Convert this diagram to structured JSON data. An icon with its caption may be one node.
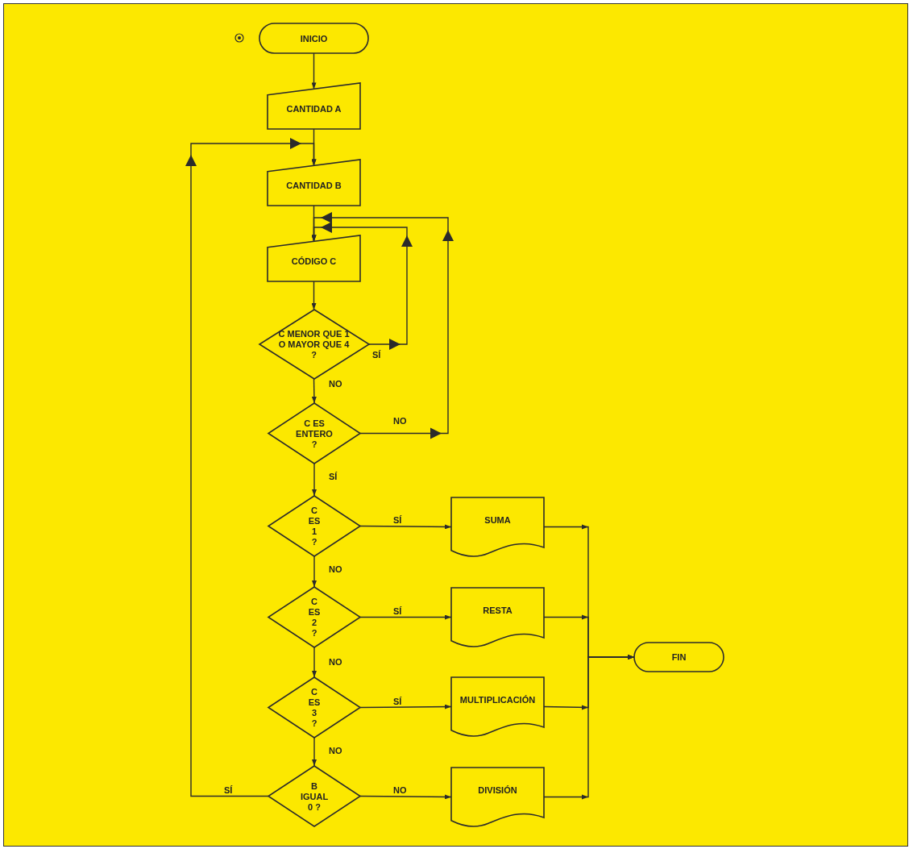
{
  "diagram": {
    "nodes": [
      {
        "text": [
          "INICIO"
        ]
      },
      {
        "text": [
          "CANTIDAD A"
        ]
      },
      {
        "text": [
          "CANTIDAD B"
        ]
      },
      {
        "text": [
          "CÓDIGO C"
        ]
      },
      {
        "text": [
          "C MENOR QUE 1 O MAYOR QUE 4 ?"
        ]
      },
      {
        "text": [
          "C ES ENTERO ?"
        ]
      },
      {
        "text": [
          "C ES 1 ?"
        ]
      },
      {
        "text": [
          "C ES 2 ?"
        ]
      },
      {
        "text": [
          "C ES 3 ?"
        ]
      },
      {
        "text": [
          "B IGUAL 0 ?"
        ]
      },
      {
        "text": [
          "SUMA"
        ]
      },
      {
        "text": [
          "RESTA"
        ]
      },
      {
        "text": [
          "MULTIPLICACIÓN"
        ]
      },
      {
        "text": [
          "DIVISIÓN"
        ]
      },
      {
        "text": [
          "FIN"
        ]
      }
    ],
    "edges": [
      {
        "from": 0,
        "to": 1,
        "arrow": "to"
      },
      {
        "from": 1,
        "to": 2,
        "arrow": "to"
      },
      {
        "from": 2,
        "to": 3,
        "arrow": "to"
      },
      {
        "from": 3,
        "to": 4,
        "arrow": "to"
      },
      {
        "from": 4,
        "to": 3,
        "arrow": "to",
        "label": "SÍ"
      },
      {
        "from": 4,
        "to": 5,
        "arrow": "to",
        "label": "NO"
      },
      {
        "from": 5,
        "to": 3,
        "arrow": "to",
        "label": "NO"
      },
      {
        "from": 5,
        "to": 6,
        "arrow": "to",
        "label": "SÍ"
      },
      {
        "from": 6,
        "to": 10,
        "arrow": "to",
        "label": "SÍ"
      },
      {
        "from": 6,
        "to": 7,
        "arrow": "to",
        "label": "NO"
      },
      {
        "from": 7,
        "to": 11,
        "arrow": "to",
        "label": "SÍ"
      },
      {
        "from": 7,
        "to": 8,
        "arrow": "to",
        "label": "NO"
      },
      {
        "from": 8,
        "to": 12,
        "arrow": "to",
        "label": "SÍ"
      },
      {
        "from": 8,
        "to": 9,
        "arrow": "to",
        "label": "NO"
      },
      {
        "from": 9,
        "to": 13,
        "arrow": "to",
        "label": "NO"
      },
      {
        "from": 9,
        "to": 2,
        "arrow": "to",
        "label": "SÍ"
      },
      {
        "from": 10,
        "to": 14,
        "arrow": "to"
      },
      {
        "from": 11,
        "to": 14,
        "arrow": "to"
      },
      {
        "from": 12,
        "to": 14,
        "arrow": "to"
      },
      {
        "from": 13,
        "to": 14,
        "arrow": "to"
      }
    ]
  }
}
